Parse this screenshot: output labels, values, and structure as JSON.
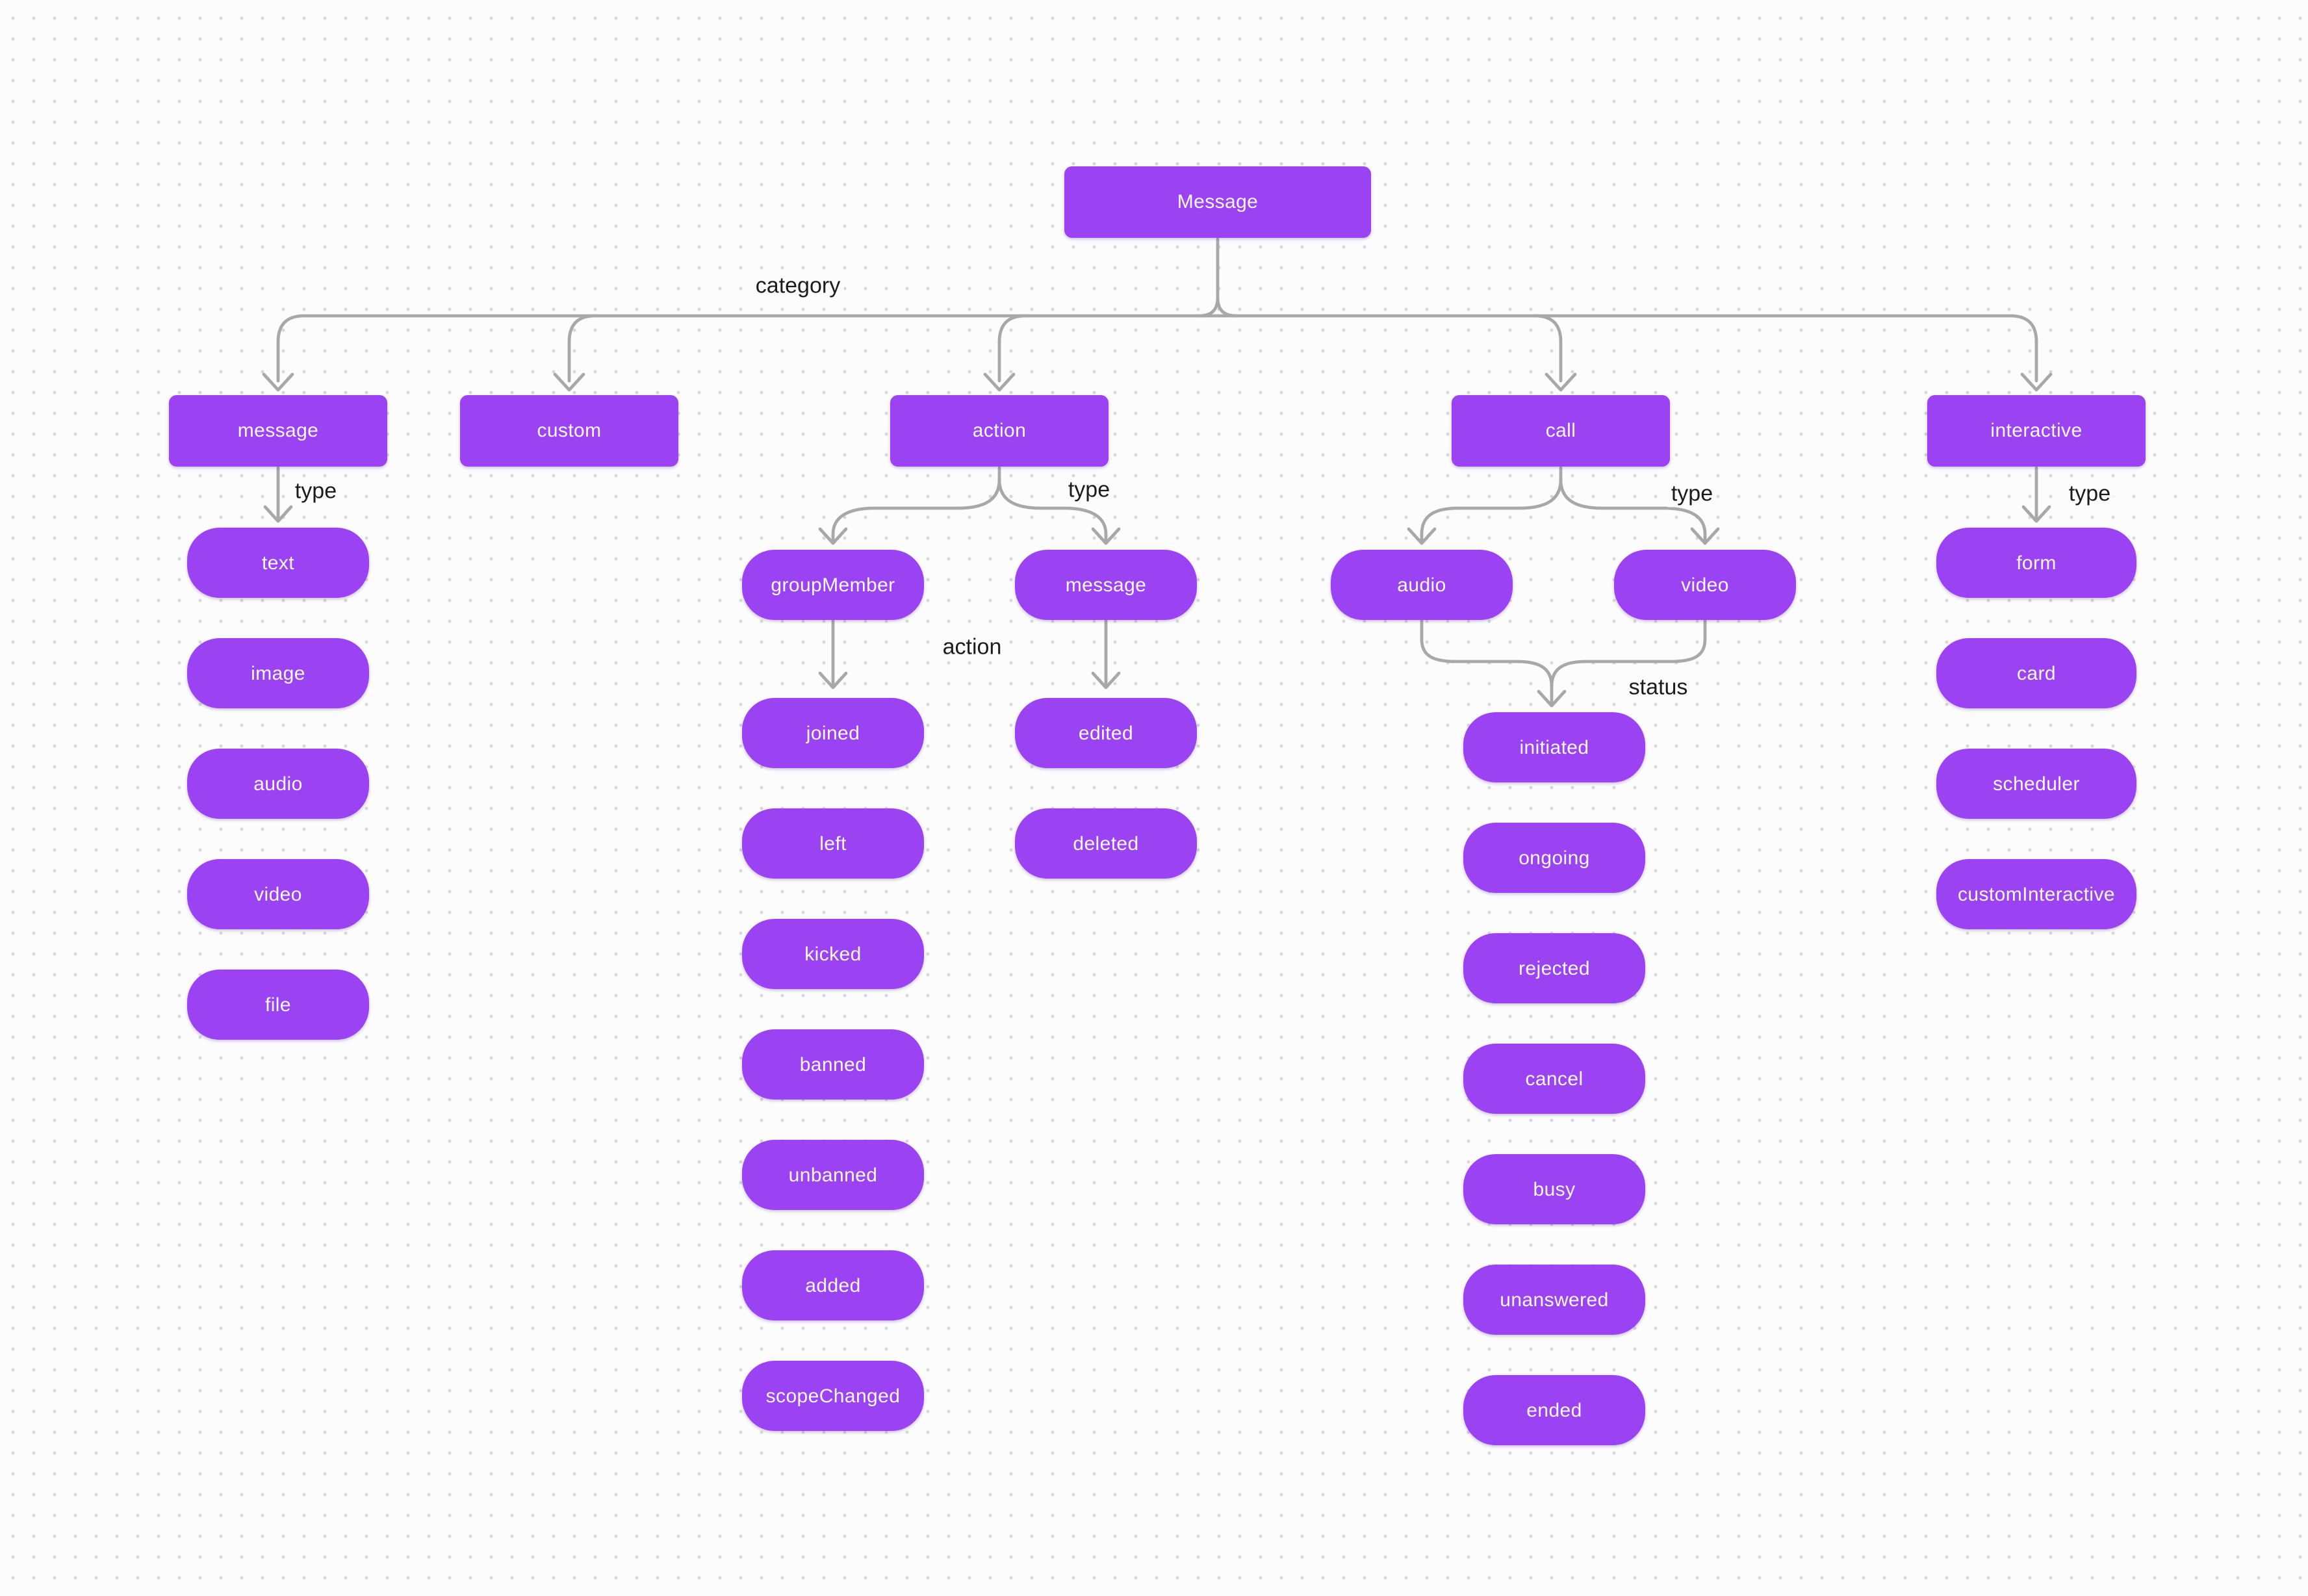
{
  "title": "Message category and type hierarchy diagram",
  "colors": {
    "node_fill": "#9B42F2",
    "node_text": "#FFFFFF",
    "connector": "#A8A8A8",
    "edge_label_text": "#1C1C1C",
    "background": "#FCFCFD",
    "grid_dot": "#D7D7DB"
  },
  "root": {
    "label": "Message"
  },
  "root_edge_label": "category",
  "branches": [
    {
      "label": "message",
      "edge_label": "type",
      "types": [
        "text",
        "image",
        "audio",
        "video",
        "file"
      ]
    },
    {
      "label": "custom"
    },
    {
      "label": "action",
      "edge_label": "type",
      "types": [
        {
          "label": "groupMember",
          "edge_label": "action",
          "actions": [
            "joined",
            "left",
            "kicked",
            "banned",
            "unbanned",
            "added",
            "scopeChanged"
          ]
        },
        {
          "label": "message",
          "actions": [
            "edited",
            "deleted"
          ]
        }
      ]
    },
    {
      "label": "call",
      "edge_label": "type",
      "types": [
        {
          "label": "audio"
        },
        {
          "label": "video"
        }
      ],
      "merge_edge_label": "status",
      "statuses": [
        "initiated",
        "ongoing",
        "rejected",
        "cancel",
        "busy",
        "unanswered",
        "ended"
      ]
    },
    {
      "label": "interactive",
      "edge_label": "type",
      "types": [
        "form",
        "card",
        "scheduler",
        "customInteractive"
      ]
    }
  ]
}
